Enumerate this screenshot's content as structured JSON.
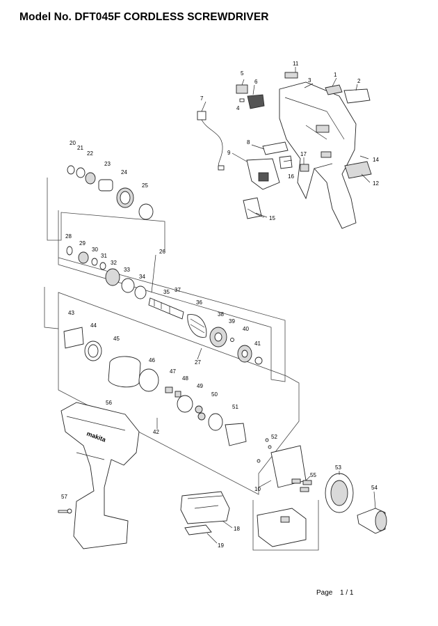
{
  "title": "Model No. DFT045F  CORDLESS SCREWDRIVER",
  "footer": {
    "page_label": "Page",
    "page_number": "1 / 1"
  },
  "tool_branding": "makita",
  "callouts": {
    "c1": "1",
    "c2": "2",
    "c3": "3",
    "c4": "4",
    "c5": "5",
    "c6": "6",
    "c7": "7",
    "c8": "8",
    "c9": "9",
    "c10": "10",
    "c11": "11",
    "c12": "12",
    "c14": "14",
    "c15": "15",
    "c16": "16",
    "c17": "17",
    "c18": "18",
    "c19": "19",
    "c20": "20",
    "c21": "21",
    "c22": "22",
    "c23": "23",
    "c24": "24",
    "c25": "25",
    "c26": "26",
    "c27": "27",
    "c28": "28",
    "c29": "29",
    "c30": "30",
    "c31": "31",
    "c32": "32",
    "c33": "33",
    "c34": "34",
    "c35": "35",
    "c36": "36",
    "c37": "37",
    "c38": "38",
    "c39": "39",
    "c40": "40",
    "c41": "41",
    "c42": "42",
    "c43": "43",
    "c44": "44",
    "c45": "45",
    "c46": "46",
    "c47": "47",
    "c48": "48",
    "c49": "49",
    "c50": "50",
    "c51": "51",
    "c52": "52",
    "c53": "53",
    "c54": "54",
    "c55": "55",
    "c56": "56",
    "c57": "57"
  }
}
